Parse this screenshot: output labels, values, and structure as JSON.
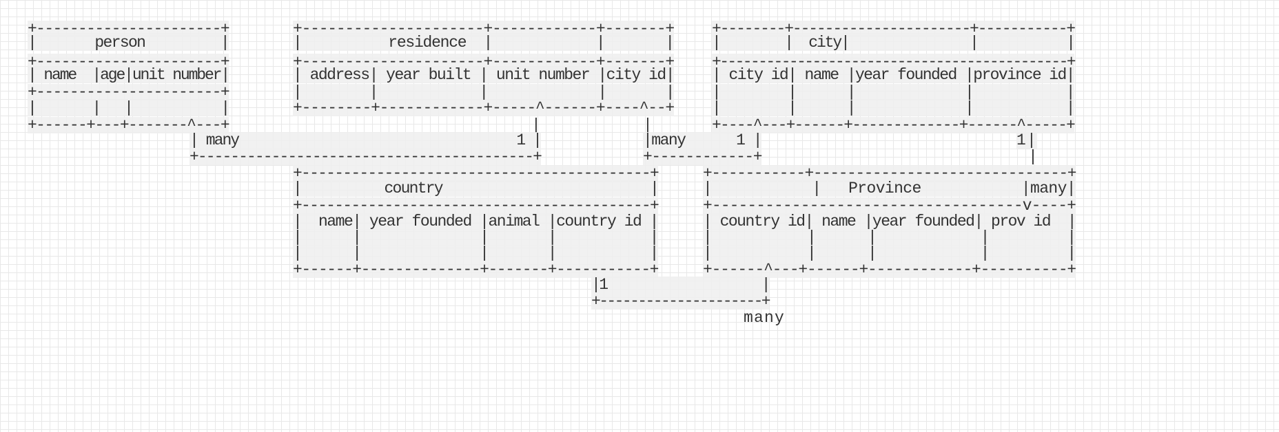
{
  "diagram": {
    "lines": [
      {
        "id": "person-01",
        "text": "+----------------------+"
      },
      {
        "id": "person-02",
        "text": "|       person         |"
      },
      {
        "id": "person-03",
        "text": "+----------------------+"
      },
      {
        "id": "person-04",
        "text": "| name  |age|unit number|"
      },
      {
        "id": "person-05",
        "text": "+----------------------+"
      },
      {
        "id": "person-06",
        "text": "|       |   |           |"
      },
      {
        "id": "person-07",
        "text": "+------+---+-------^---+"
      },
      {
        "id": "residence-01",
        "text": "+---------------------+------------+-------+"
      },
      {
        "id": "residence-02",
        "text": "|          residence  |            |       |"
      },
      {
        "id": "residence-03",
        "text": "+---------------------+------------+-------+"
      },
      {
        "id": "residence-04",
        "text": "| address| year built | unit number |city id|"
      },
      {
        "id": "residence-05",
        "text": "|        |            |             |       |"
      },
      {
        "id": "residence-06",
        "text": "+--------+------------+-----^------+----^--+"
      },
      {
        "id": "city-01",
        "text": "+--------+----------------------+-----------+"
      },
      {
        "id": "city-02",
        "text": "|        |  city|               |           |"
      },
      {
        "id": "city-03",
        "text": "+---------------------------------------------+"
      },
      {
        "id": "city-04",
        "text": "| city id| name |year founded |province id|"
      },
      {
        "id": "city-05",
        "text": "|        |      |             |           |"
      },
      {
        "id": "city-06",
        "text": "|        |      |             |           |"
      },
      {
        "id": "city-07",
        "text": "+----^---+------+-------------+------^-----+"
      },
      {
        "id": "conn-res-line-1",
        "text": "|"
      },
      {
        "id": "conn-res-line-2",
        "text": "| many                                  1 |"
      },
      {
        "id": "conn-res-line-3",
        "text": "+-----------------------------------------+"
      },
      {
        "id": "conn-city-line-1",
        "text": "|"
      },
      {
        "id": "conn-city-line-2",
        "text": "|many      1 |"
      },
      {
        "id": "conn-city-line-3",
        "text": "+------------+"
      },
      {
        "id": "conn-prov-line-1",
        "text": "1|"
      },
      {
        "id": "conn-prov-line-2",
        "text": "|"
      },
      {
        "id": "country-01",
        "text": "+------------------------------------------+"
      },
      {
        "id": "country-02",
        "text": "|          country                         |"
      },
      {
        "id": "country-03",
        "text": "+------------------------------------------+"
      },
      {
        "id": "country-04",
        "text": "|  name| year founded |animal |country id |"
      },
      {
        "id": "country-05",
        "text": "|      |              |       |           |"
      },
      {
        "id": "country-06",
        "text": "|      |              |       |           |"
      },
      {
        "id": "country-07",
        "text": "+------+--------------+-------+-----------+"
      },
      {
        "id": "province-01",
        "text": "+-----------+------------------------------+"
      },
      {
        "id": "province-02",
        "text": "|           |   Province           |many|"
      },
      {
        "id": "province-03",
        "text": "+-----------------------------------v----+"
      },
      {
        "id": "province-04",
        "text": "| country id| name |year founded| prov id  |"
      },
      {
        "id": "province-05",
        "text": "|           |      |            |         |"
      },
      {
        "id": "province-06",
        "text": "|           |      |            |         |"
      },
      {
        "id": "province-07",
        "text": "+------^---+------+------------+----------+"
      },
      {
        "id": "conn-country-line-1",
        "text": "|1                    |"
      },
      {
        "id": "conn-country-line-2",
        "text": "+---------------------+"
      },
      {
        "id": "conn-country-line-3",
        "text": "many"
      }
    ]
  }
}
